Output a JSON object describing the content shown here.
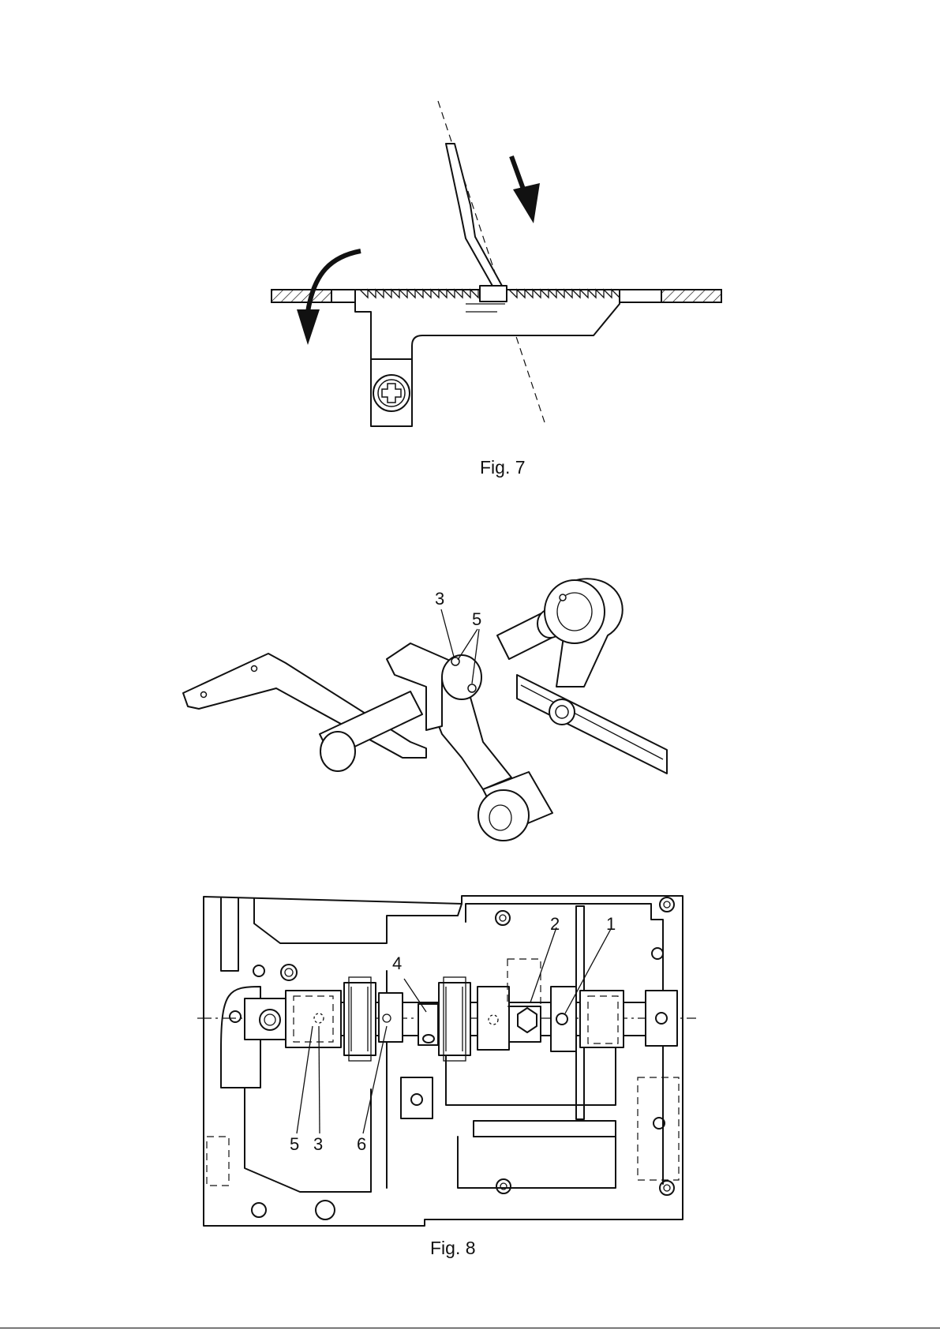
{
  "figures": [
    {
      "id": "fig7",
      "caption": "Fig. 7"
    },
    {
      "id": "fig8",
      "caption": "Fig. 8"
    }
  ],
  "fig8_callouts": {
    "top_3": "3",
    "top_5": "5",
    "plan_1": "1",
    "plan_2": "2",
    "plan_4": "4",
    "plan_5": "5",
    "plan_3": "3",
    "plan_6": "6"
  },
  "arrow_icons": [
    "down-arrow-icon",
    "rotation-arrow-icon"
  ]
}
